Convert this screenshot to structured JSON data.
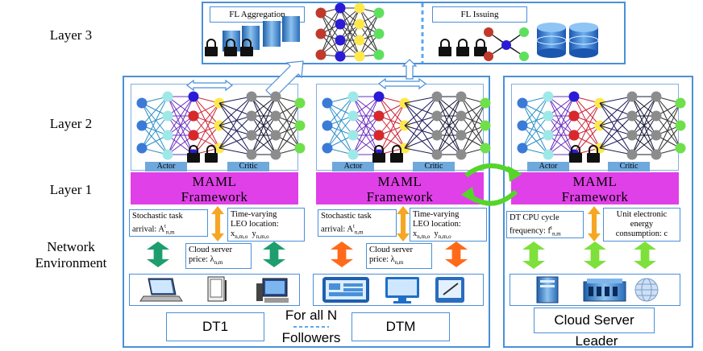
{
  "layers": {
    "layer3": "Layer 3",
    "layer2": "Layer 2",
    "layer1": "Layer 1",
    "env_line1": "Network",
    "env_line2": "Environment"
  },
  "top": {
    "aggregation": "FL Aggregation",
    "issuing": "FL Issuing"
  },
  "followers": {
    "actor": "Actor",
    "critic": "Critic",
    "maml_line1": "MAML",
    "maml_line2": "Framework",
    "task_line1": "Stochastic task",
    "task_line2": "arrival: A",
    "task_sup": "t",
    "task_sub": "n,m",
    "leo_line1": "Time-varying",
    "leo_line2": "LEO location:",
    "leo_line3a": "x",
    "leo_sub_a": "n,m,o",
    "leo_line3b": "y",
    "leo_sub_b": "n,m,o",
    "cloud_line1": "Cloud server",
    "cloud_line2": "price: λ",
    "cloud_sub": "n,m",
    "dt1": "DT1",
    "dtm": "DTM",
    "for_all_line1": "For all N",
    "for_all_line2": "Followers"
  },
  "leader": {
    "actor": "Actor",
    "critic": "Critic",
    "maml_line1": "MAML",
    "maml_line2": "Framework",
    "cpu_line1": "DT CPU cycle",
    "cpu_line2": "frequency: f",
    "cpu_sup": "t",
    "cpu_sub": "n,m",
    "energy_line1": "Unit electronic",
    "energy_line2": "energy",
    "energy_line3": "consumption: c",
    "cloud_server": "Cloud Server",
    "leader_label": "Leader"
  },
  "colors": {
    "panel_border": "#4a90d9",
    "maml": "#e040e8",
    "arrow_orange": "#f5a623",
    "arrow_green_dark": "#1e9e6e",
    "arrow_orange_red": "#ff6a1a",
    "arrow_green_light": "#7ee03a"
  }
}
